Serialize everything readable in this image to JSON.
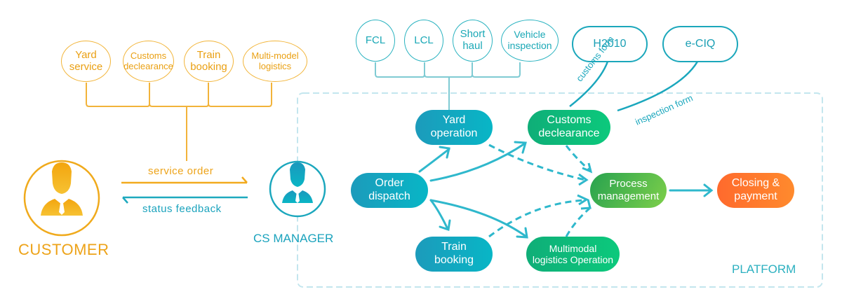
{
  "actors": {
    "customer": {
      "label": "CUSTOMER",
      "icon": "person-icon",
      "color": "#f0aa1c"
    },
    "cs_manager": {
      "label": "CS MANAGER",
      "icon": "person-icon",
      "color": "#1aa7bd"
    }
  },
  "customer_services": [
    {
      "label": "Yard\nservice"
    },
    {
      "label": "Customs\ndeclearance"
    },
    {
      "label": "Train\nbooking"
    },
    {
      "label": "Multi-model\nlogistics"
    }
  ],
  "flows": {
    "service_order": "service order",
    "status_feedback": "status feedback"
  },
  "yard_options": [
    {
      "label": "FCL"
    },
    {
      "label": "LCL"
    },
    {
      "label": "Short\nhaul"
    },
    {
      "label": "Vehicle\ninspection"
    }
  ],
  "external_systems": [
    {
      "label": "H2010",
      "link_label": "customs form"
    },
    {
      "label": "e-CIQ",
      "link_label": "inspection form"
    }
  ],
  "platform": {
    "label": "PLATFORM",
    "nodes": {
      "order_dispatch": "Order\ndispatch",
      "yard_operation": "Yard\noperation",
      "customs_declearance": "Customs\ndeclearance",
      "train_booking": "Train\nbooking",
      "multimodal": "Multimodal\nlogistics Operation",
      "process_management": "Process\nmanagement",
      "closing_payment": "Closing &\npayment"
    }
  },
  "colors": {
    "orange": "#f0aa1c",
    "teal": "#1aa7bd",
    "arrow": "#2cb8cc",
    "green": "#0fbf7a",
    "lime": "#5cbf4a",
    "closing": "#ff7a2d",
    "platform_border": "#bfe5ec"
  }
}
